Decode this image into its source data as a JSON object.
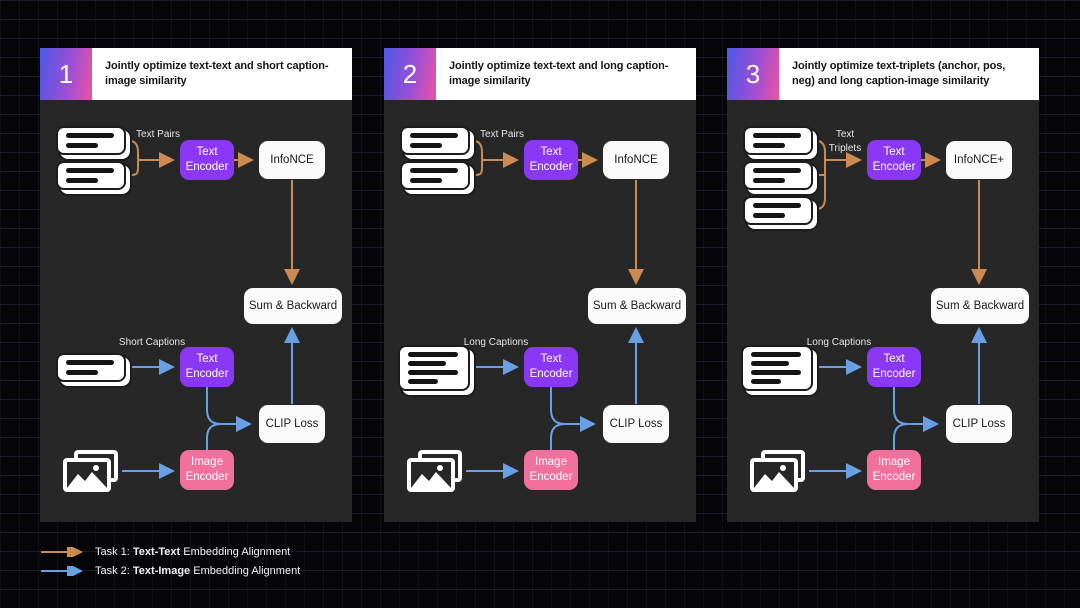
{
  "colors": {
    "task1_orange": "#cd8a50",
    "task2_blue": "#699fe5",
    "text_encoder_purple": "#8a38f5",
    "image_encoder_pink": "#f2719c",
    "panel_background": "#272727",
    "badge_gradient_start": "#4d58e5",
    "badge_gradient_end": "#ee52a2"
  },
  "panels": [
    {
      "number": "1",
      "title": "Jointly optimize text-text and short caption-image similarity",
      "top_input_label": "Text Pairs",
      "top_document_count": 2,
      "text_encoder": "Text Encoder",
      "contrastive_loss": "InfoNCE",
      "sum_backward": "Sum & Backward",
      "bottom_input_label": "Short Captions",
      "clip_loss": "CLIP Loss",
      "image_encoder": "Image Encoder"
    },
    {
      "number": "2",
      "title": "Jointly optimize text-text and long caption-image similarity",
      "top_input_label": "Text Pairs",
      "top_document_count": 2,
      "text_encoder": "Text Encoder",
      "contrastive_loss": "InfoNCE",
      "sum_backward": "Sum & Backward",
      "bottom_input_label": "Long Captions",
      "clip_loss": "CLIP Loss",
      "image_encoder": "Image Encoder"
    },
    {
      "number": "3",
      "title": "Jointly optimize text-triplets (anchor, pos, neg) and long caption-image similarity",
      "top_input_label": "Text Triplets",
      "top_document_count": 3,
      "text_encoder": "Text Encoder",
      "contrastive_loss": "InfoNCE+",
      "sum_backward": "Sum & Backward",
      "bottom_input_label": "Long Captions",
      "clip_loss": "CLIP Loss",
      "image_encoder": "Image Encoder"
    }
  ],
  "legend": [
    {
      "prefix": "Task 1: ",
      "bold": "Text-Text",
      "suffix": " Embedding Alignment",
      "color": "#cd8a50"
    },
    {
      "prefix": "Task 2: ",
      "bold": "Text-Image",
      "suffix": " Embedding Alignment",
      "color": "#699fe5"
    }
  ]
}
